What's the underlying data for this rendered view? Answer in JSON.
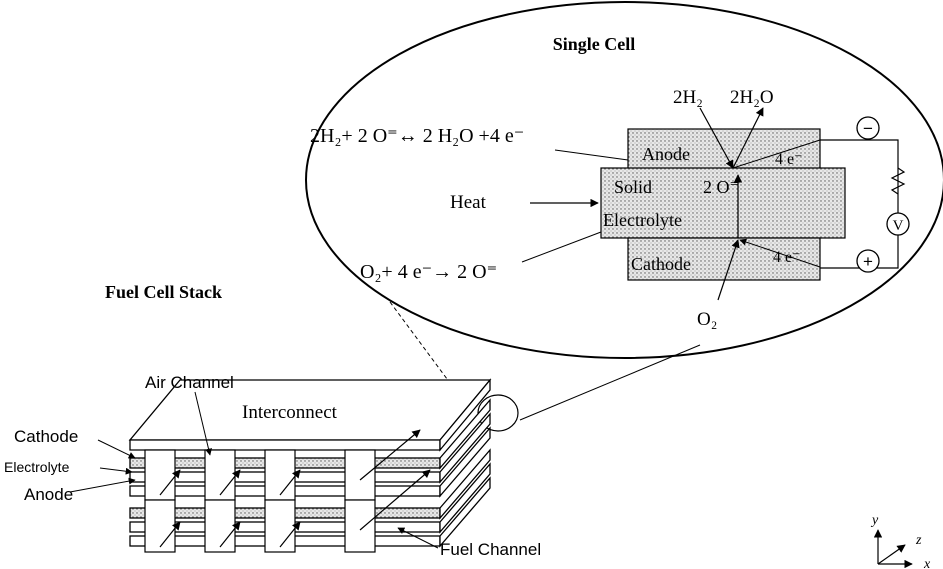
{
  "labels": {
    "single_cell_title": "Single Cell",
    "fuel_cell_stack_title": "Fuel Cell Stack",
    "anode_reaction": "2H₂+ 2 O⁼↔ 2 H₂O +4 e⁻",
    "cathode_reaction": "O₂+ 4 e⁻→ 2 O⁼",
    "heat": "Heat",
    "h2_in": "2H₂",
    "h2o_out": "2H₂O",
    "o2_in": "O₂",
    "anode": "Anode",
    "cathode": "Cathode",
    "solid": "Solid",
    "electrolyte": "Electrolyte",
    "oxide_ions": "2 O⁼",
    "electrons_top": "4 e⁻",
    "electrons_bottom": "4 e⁻",
    "minus": "−",
    "plus": "+",
    "voltmeter": "V",
    "air_channel": "Air Channel",
    "interconnect": "Interconnect",
    "stack_cathode": "Cathode",
    "stack_electrolyte": "Electrolyte",
    "stack_anode": "Anode",
    "fuel_channel": "Fuel Channel",
    "axis_y": "y",
    "axis_z": "z",
    "axis_x": "x"
  },
  "colors": {
    "line": "#000000",
    "layer_fill": "#d9d9d9",
    "background": "#ffffff"
  }
}
